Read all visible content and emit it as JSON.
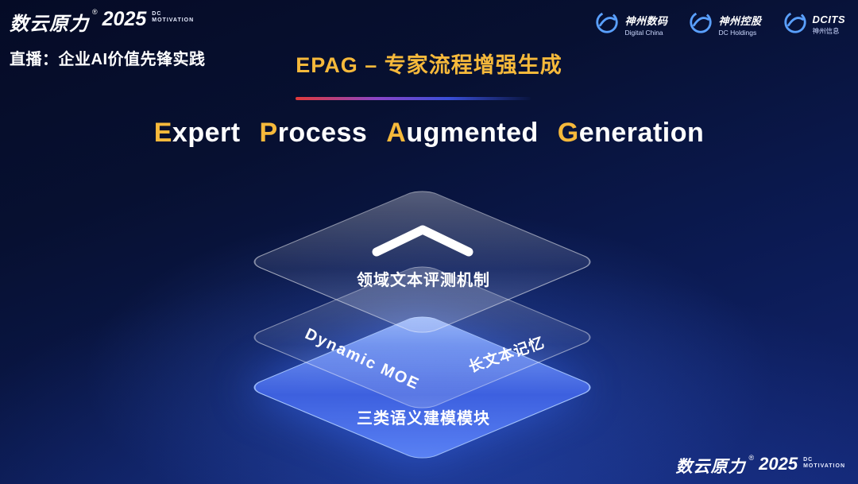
{
  "header": {
    "logo": {
      "brand": "数云原力",
      "reg": "®",
      "year": "2025",
      "sub_top": "DC",
      "sub_bottom": "MOTIVATION"
    },
    "live_label": "直播：企业AI价值先锋实践"
  },
  "partners": [
    {
      "name": "神州数码",
      "sub": "Digital China"
    },
    {
      "name": "神州控股",
      "sub": "DC Holdings"
    },
    {
      "name": "DCITS",
      "sub": "神州信息"
    }
  ],
  "title": "EPAG – 专家流程增强生成",
  "subtitle": {
    "words": [
      {
        "cap": "E",
        "rest": "xpert"
      },
      {
        "cap": "P",
        "rest": "rocess"
      },
      {
        "cap": "A",
        "rest": "ugmented"
      },
      {
        "cap": "G",
        "rest": "eneration"
      }
    ]
  },
  "diagram": {
    "layers": [
      {
        "label": "领域文本评测机制"
      },
      {
        "label_left": "Dynamic MOE",
        "label_right": "长文本记忆"
      },
      {
        "label": "三类语义建模模块"
      }
    ]
  },
  "footer": {
    "logo": {
      "brand": "数云原力",
      "reg": "®",
      "year": "2025",
      "sub_top": "DC",
      "sub_bottom": "MOTIVATION"
    }
  },
  "colors": {
    "accent_gold": "#f6b93b",
    "divider_red": "#e23a3a",
    "divider_blue": "#3a4fd8",
    "layer_blue": "#4a6ce0",
    "background_navy": "#071031"
  }
}
